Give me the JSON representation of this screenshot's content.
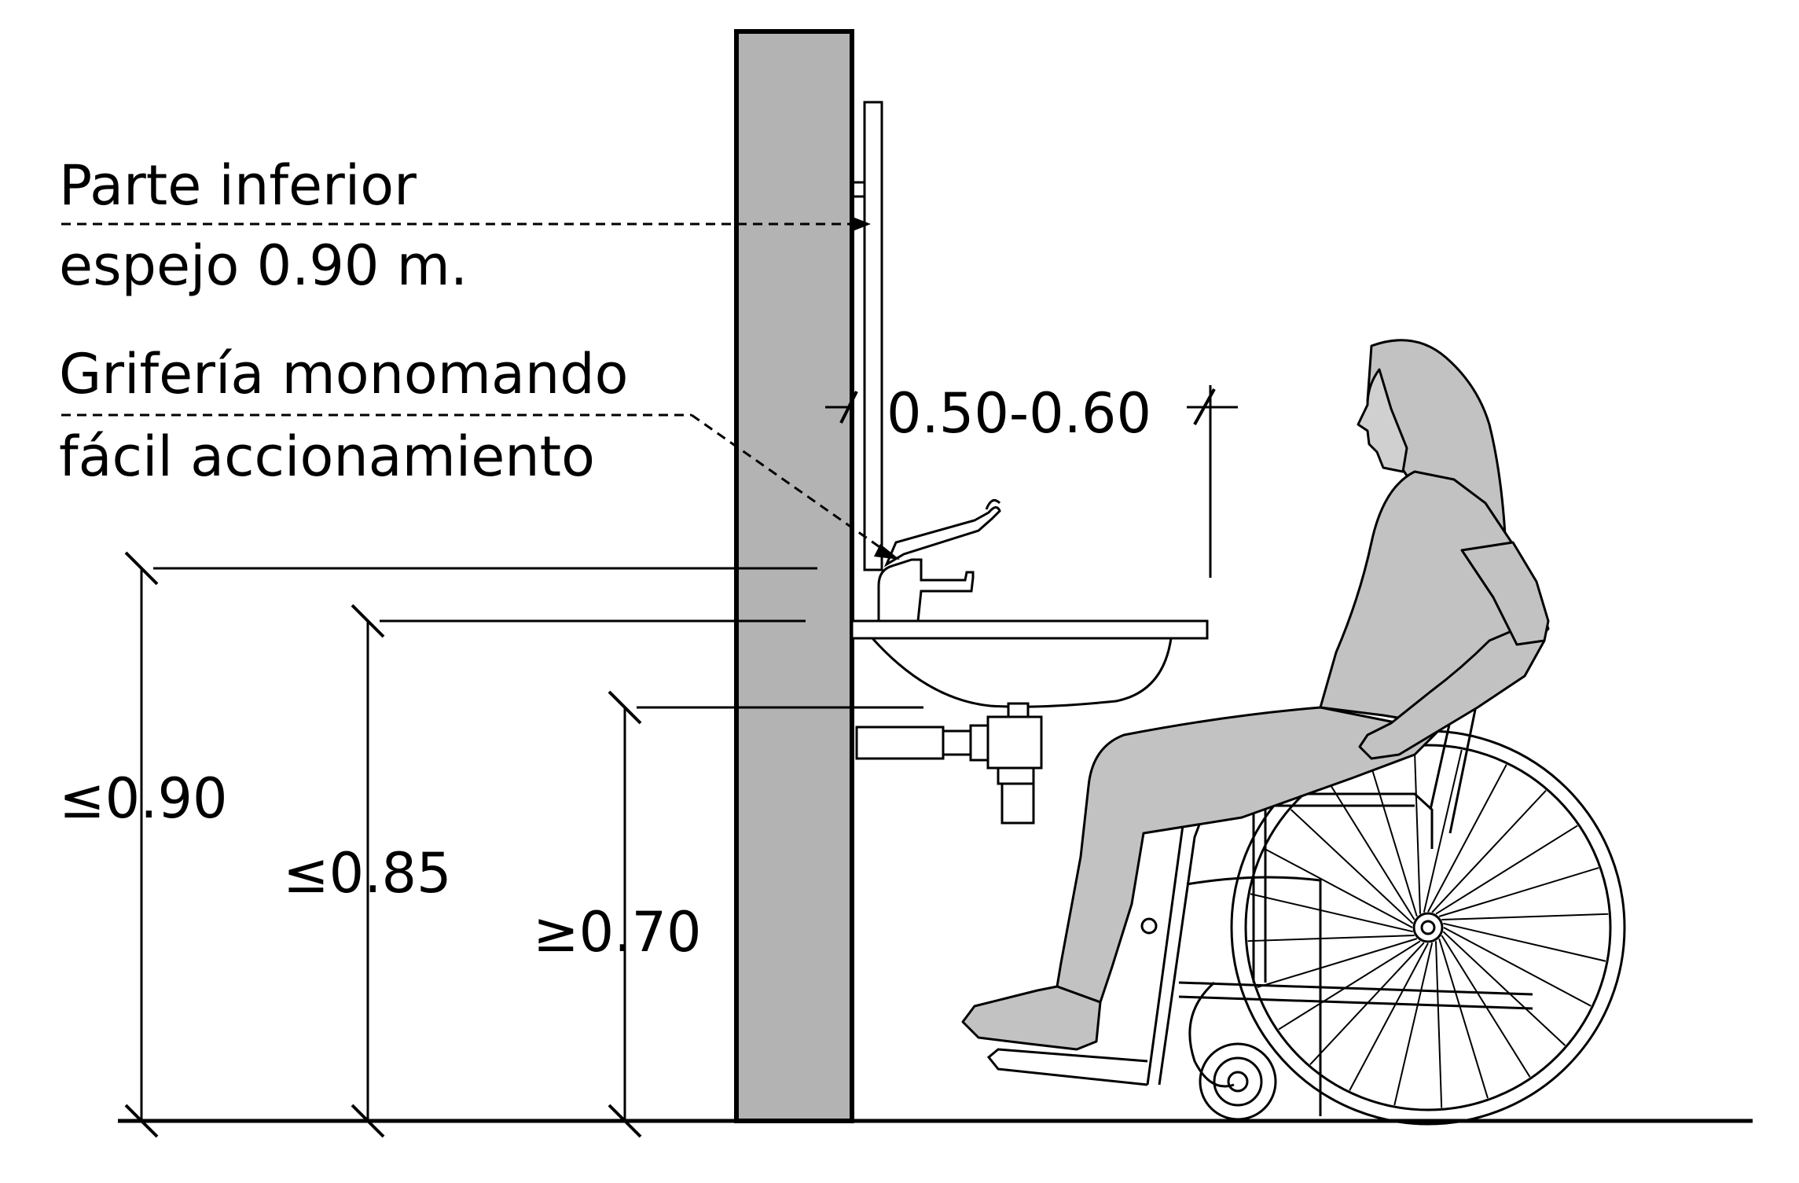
{
  "annotations": {
    "mirror_line1": "Parte inferior",
    "mirror_line2": "espejo 0.90 m.",
    "faucet_line1": "Grifería monomando",
    "faucet_line2": "fácil accionamiento",
    "reach_dimension": "0.50-0.60"
  },
  "heights": {
    "max_mirror_top": "≤0.90",
    "max_basin_rim": "≤0.85",
    "min_knee_clearance": "≥0.70"
  },
  "colors": {
    "wall_fill": "#b3b3b3",
    "figure_fill": "#c2c2c2",
    "line": "#000000",
    "background": "#ffffff"
  }
}
